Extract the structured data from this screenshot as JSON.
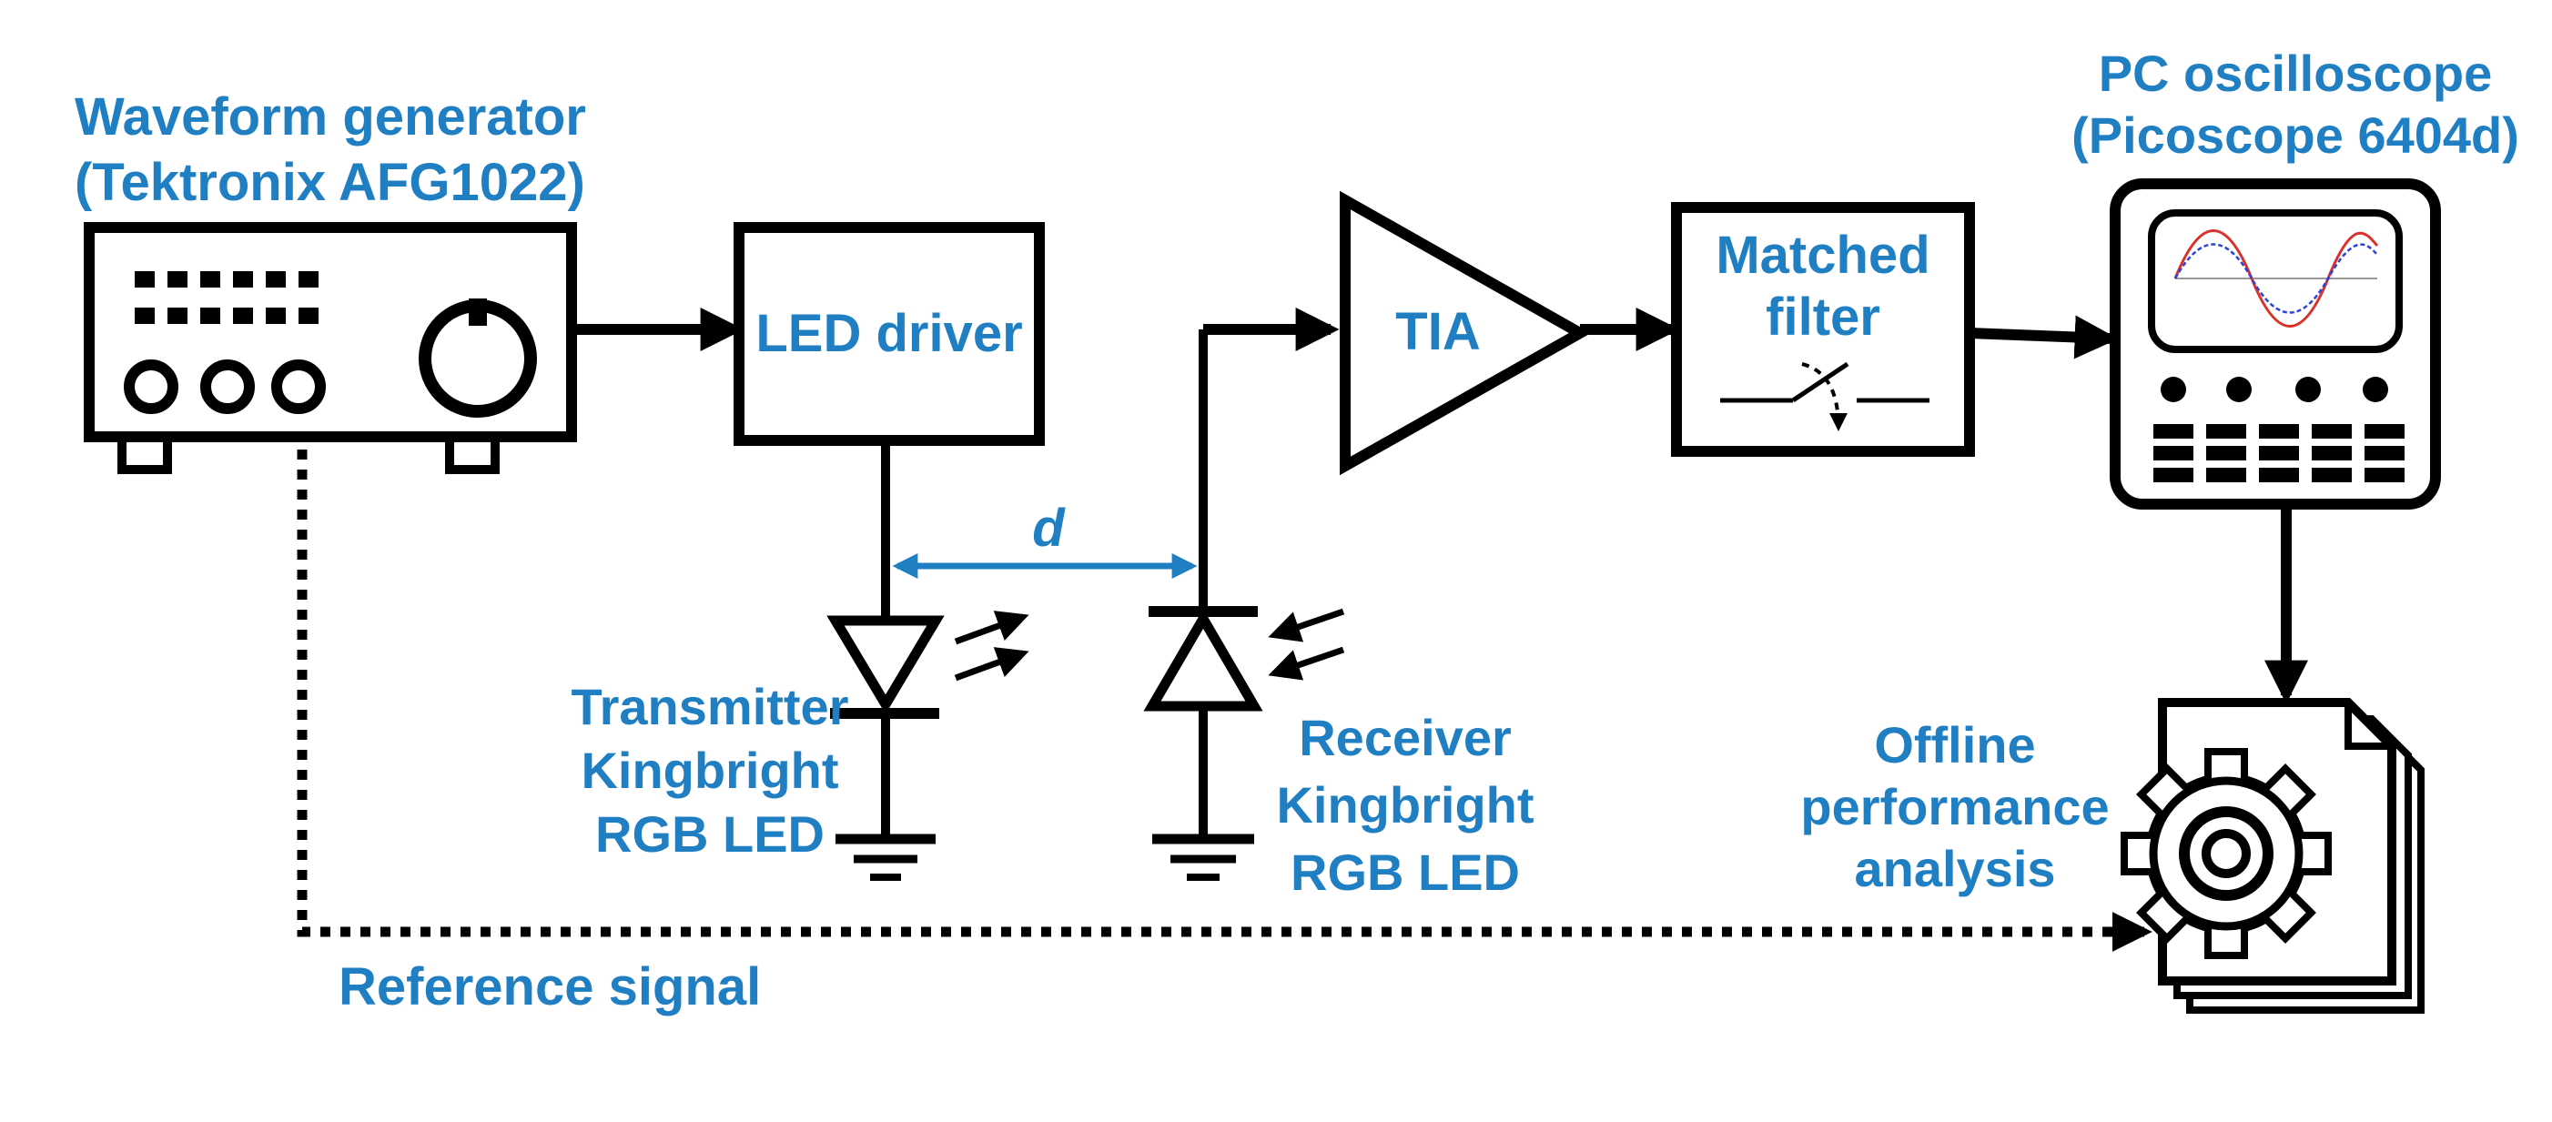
{
  "colors": {
    "label": "#1f7fc2",
    "line": "#000000",
    "background": "#ffffff"
  },
  "generator": {
    "title_line1": "Waveform generator",
    "title_line2": "(Tektronix AFG1022)"
  },
  "led_driver": {
    "label": "LED driver"
  },
  "distance": {
    "label": "d"
  },
  "transmitter": {
    "line1": "Transmitter",
    "line2": "Kingbright",
    "line3": "RGB LED"
  },
  "receiver": {
    "line1": "Receiver",
    "line2": "Kingbright",
    "line3": "RGB LED"
  },
  "tia": {
    "label": "TIA"
  },
  "matched_filter": {
    "line1": "Matched",
    "line2": "filter"
  },
  "oscilloscope": {
    "title_line1": "PC oscilloscope",
    "title_line2": "(Picoscope 6404d)"
  },
  "offline": {
    "line1": "Offline",
    "line2": "performance",
    "line3": "analysis"
  },
  "reference": {
    "label": "Reference signal"
  },
  "icons": [
    "waveform-generator-icon",
    "photodiode-icon",
    "ground-icon",
    "oscilloscope-icon",
    "gear-document-icon"
  ]
}
